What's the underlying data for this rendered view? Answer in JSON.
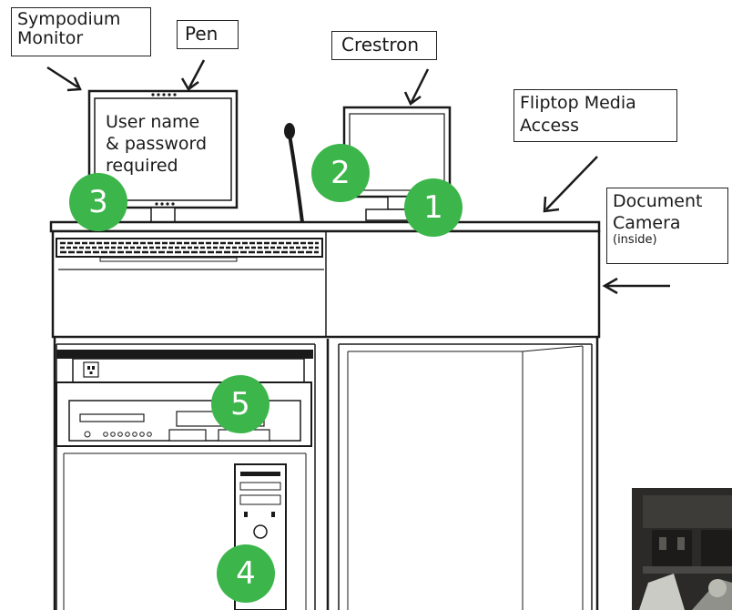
{
  "colors": {
    "badge": "#3cb54a",
    "outline": "#1a1a1a"
  },
  "labels": {
    "sympodium_line1": "Sympodium",
    "sympodium_line2": "Monitor",
    "pen": "Pen",
    "crestron": "Crestron",
    "fliptop_line1": "Fliptop Media",
    "fliptop_line2": "Access",
    "doccam_line1": "Document",
    "doccam_line2": "Camera",
    "doccam_note": "(inside)",
    "screen_line1": "User name",
    "screen_line2": "& password",
    "screen_line3": "required"
  },
  "badges": [
    "1",
    "2",
    "3",
    "4",
    "5"
  ]
}
